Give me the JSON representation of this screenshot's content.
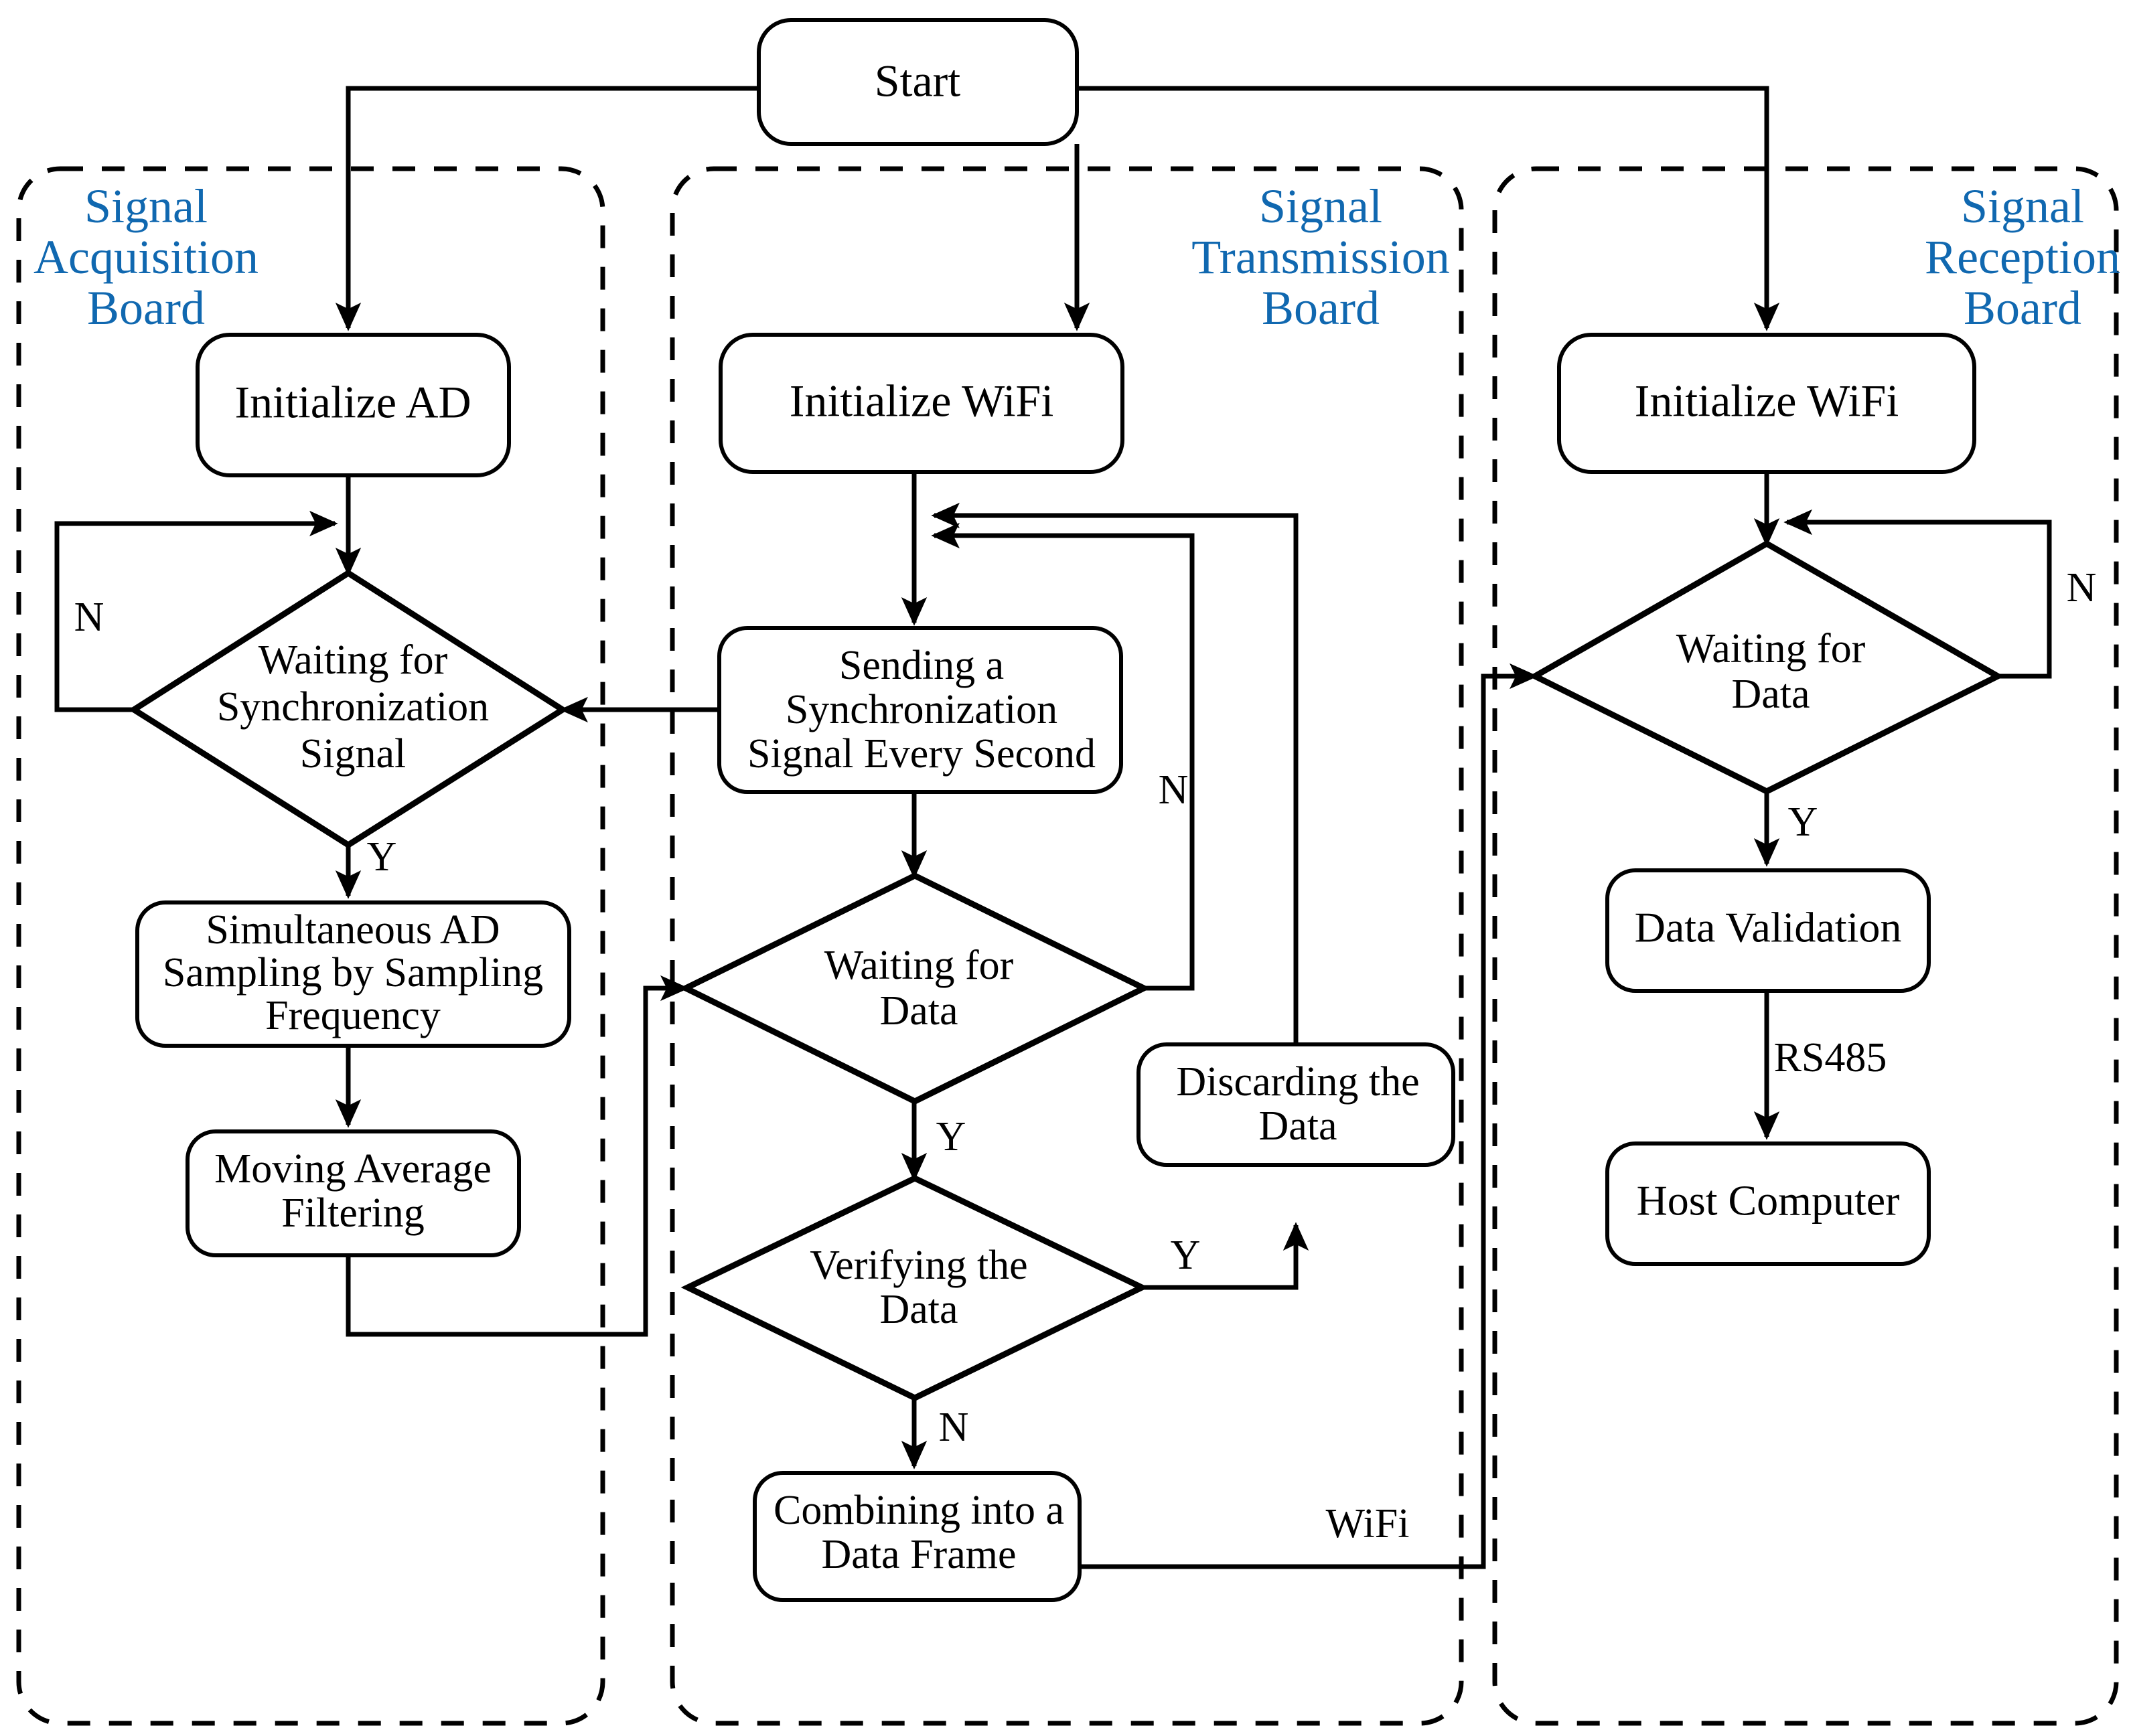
{
  "diagram": {
    "type": "flowchart",
    "title": "",
    "accent_color": "#1068b0",
    "line_color": "#000000",
    "background": "#ffffff",
    "panels": [
      {
        "id": "acquisition",
        "label_lines": [
          "Signal",
          "Acquisition",
          "Board"
        ]
      },
      {
        "id": "transmission",
        "label_lines": [
          "Signal",
          "Transmission",
          "Board"
        ]
      },
      {
        "id": "reception",
        "label_lines": [
          "Signal",
          "Reception",
          "Board"
        ]
      }
    ],
    "nodes": {
      "start": {
        "label_lines": [
          "Start"
        ],
        "shape": "rounded-rect"
      },
      "init_ad": {
        "label_lines": [
          "Initialize AD"
        ],
        "shape": "rounded-rect"
      },
      "wait_sync": {
        "label_lines": [
          "Waiting for",
          "Synchronization",
          "Signal"
        ],
        "shape": "diamond"
      },
      "simultaneous_ad": {
        "label_lines": [
          "Simultaneous AD",
          "Sampling by Sampling",
          "Frequency"
        ],
        "shape": "rounded-rect"
      },
      "moving_average": {
        "label_lines": [
          "Moving Average",
          "Filtering"
        ],
        "shape": "rounded-rect"
      },
      "init_wifi_tx": {
        "label_lines": [
          "Initialize WiFi"
        ],
        "shape": "rounded-rect"
      },
      "sending_sync": {
        "label_lines": [
          "Sending a",
          "Synchronization",
          "Signal Every Second"
        ],
        "shape": "rounded-rect"
      },
      "wait_data_tx": {
        "label_lines": [
          "Waiting for",
          "Data"
        ],
        "shape": "diamond"
      },
      "verify_data": {
        "label_lines": [
          "Verifying the",
          "Data"
        ],
        "shape": "diamond"
      },
      "combining": {
        "label_lines": [
          "Combining into a",
          "Data Frame"
        ],
        "shape": "rounded-rect"
      },
      "discarding": {
        "label_lines": [
          "Discarding the",
          "Data"
        ],
        "shape": "rounded-rect"
      },
      "init_wifi_rx": {
        "label_lines": [
          "Initialize WiFi"
        ],
        "shape": "rounded-rect"
      },
      "wait_data_rx": {
        "label_lines": [
          "Waiting for",
          "Data"
        ],
        "shape": "diamond"
      },
      "data_validation": {
        "label_lines": [
          "Data Validation"
        ],
        "shape": "rounded-rect"
      },
      "host_computer": {
        "label_lines": [
          "Host Computer"
        ],
        "shape": "rounded-rect"
      }
    },
    "edge_labels": {
      "sync_no": "N",
      "sync_yes": "Y",
      "tx_wait_no": "N",
      "tx_wait_yes": "Y",
      "verify_yes": "Y",
      "verify_no": "N",
      "wifi": "WiFi",
      "rs485": "RS485",
      "rx_wait_no": "N",
      "rx_wait_yes": "Y"
    }
  }
}
